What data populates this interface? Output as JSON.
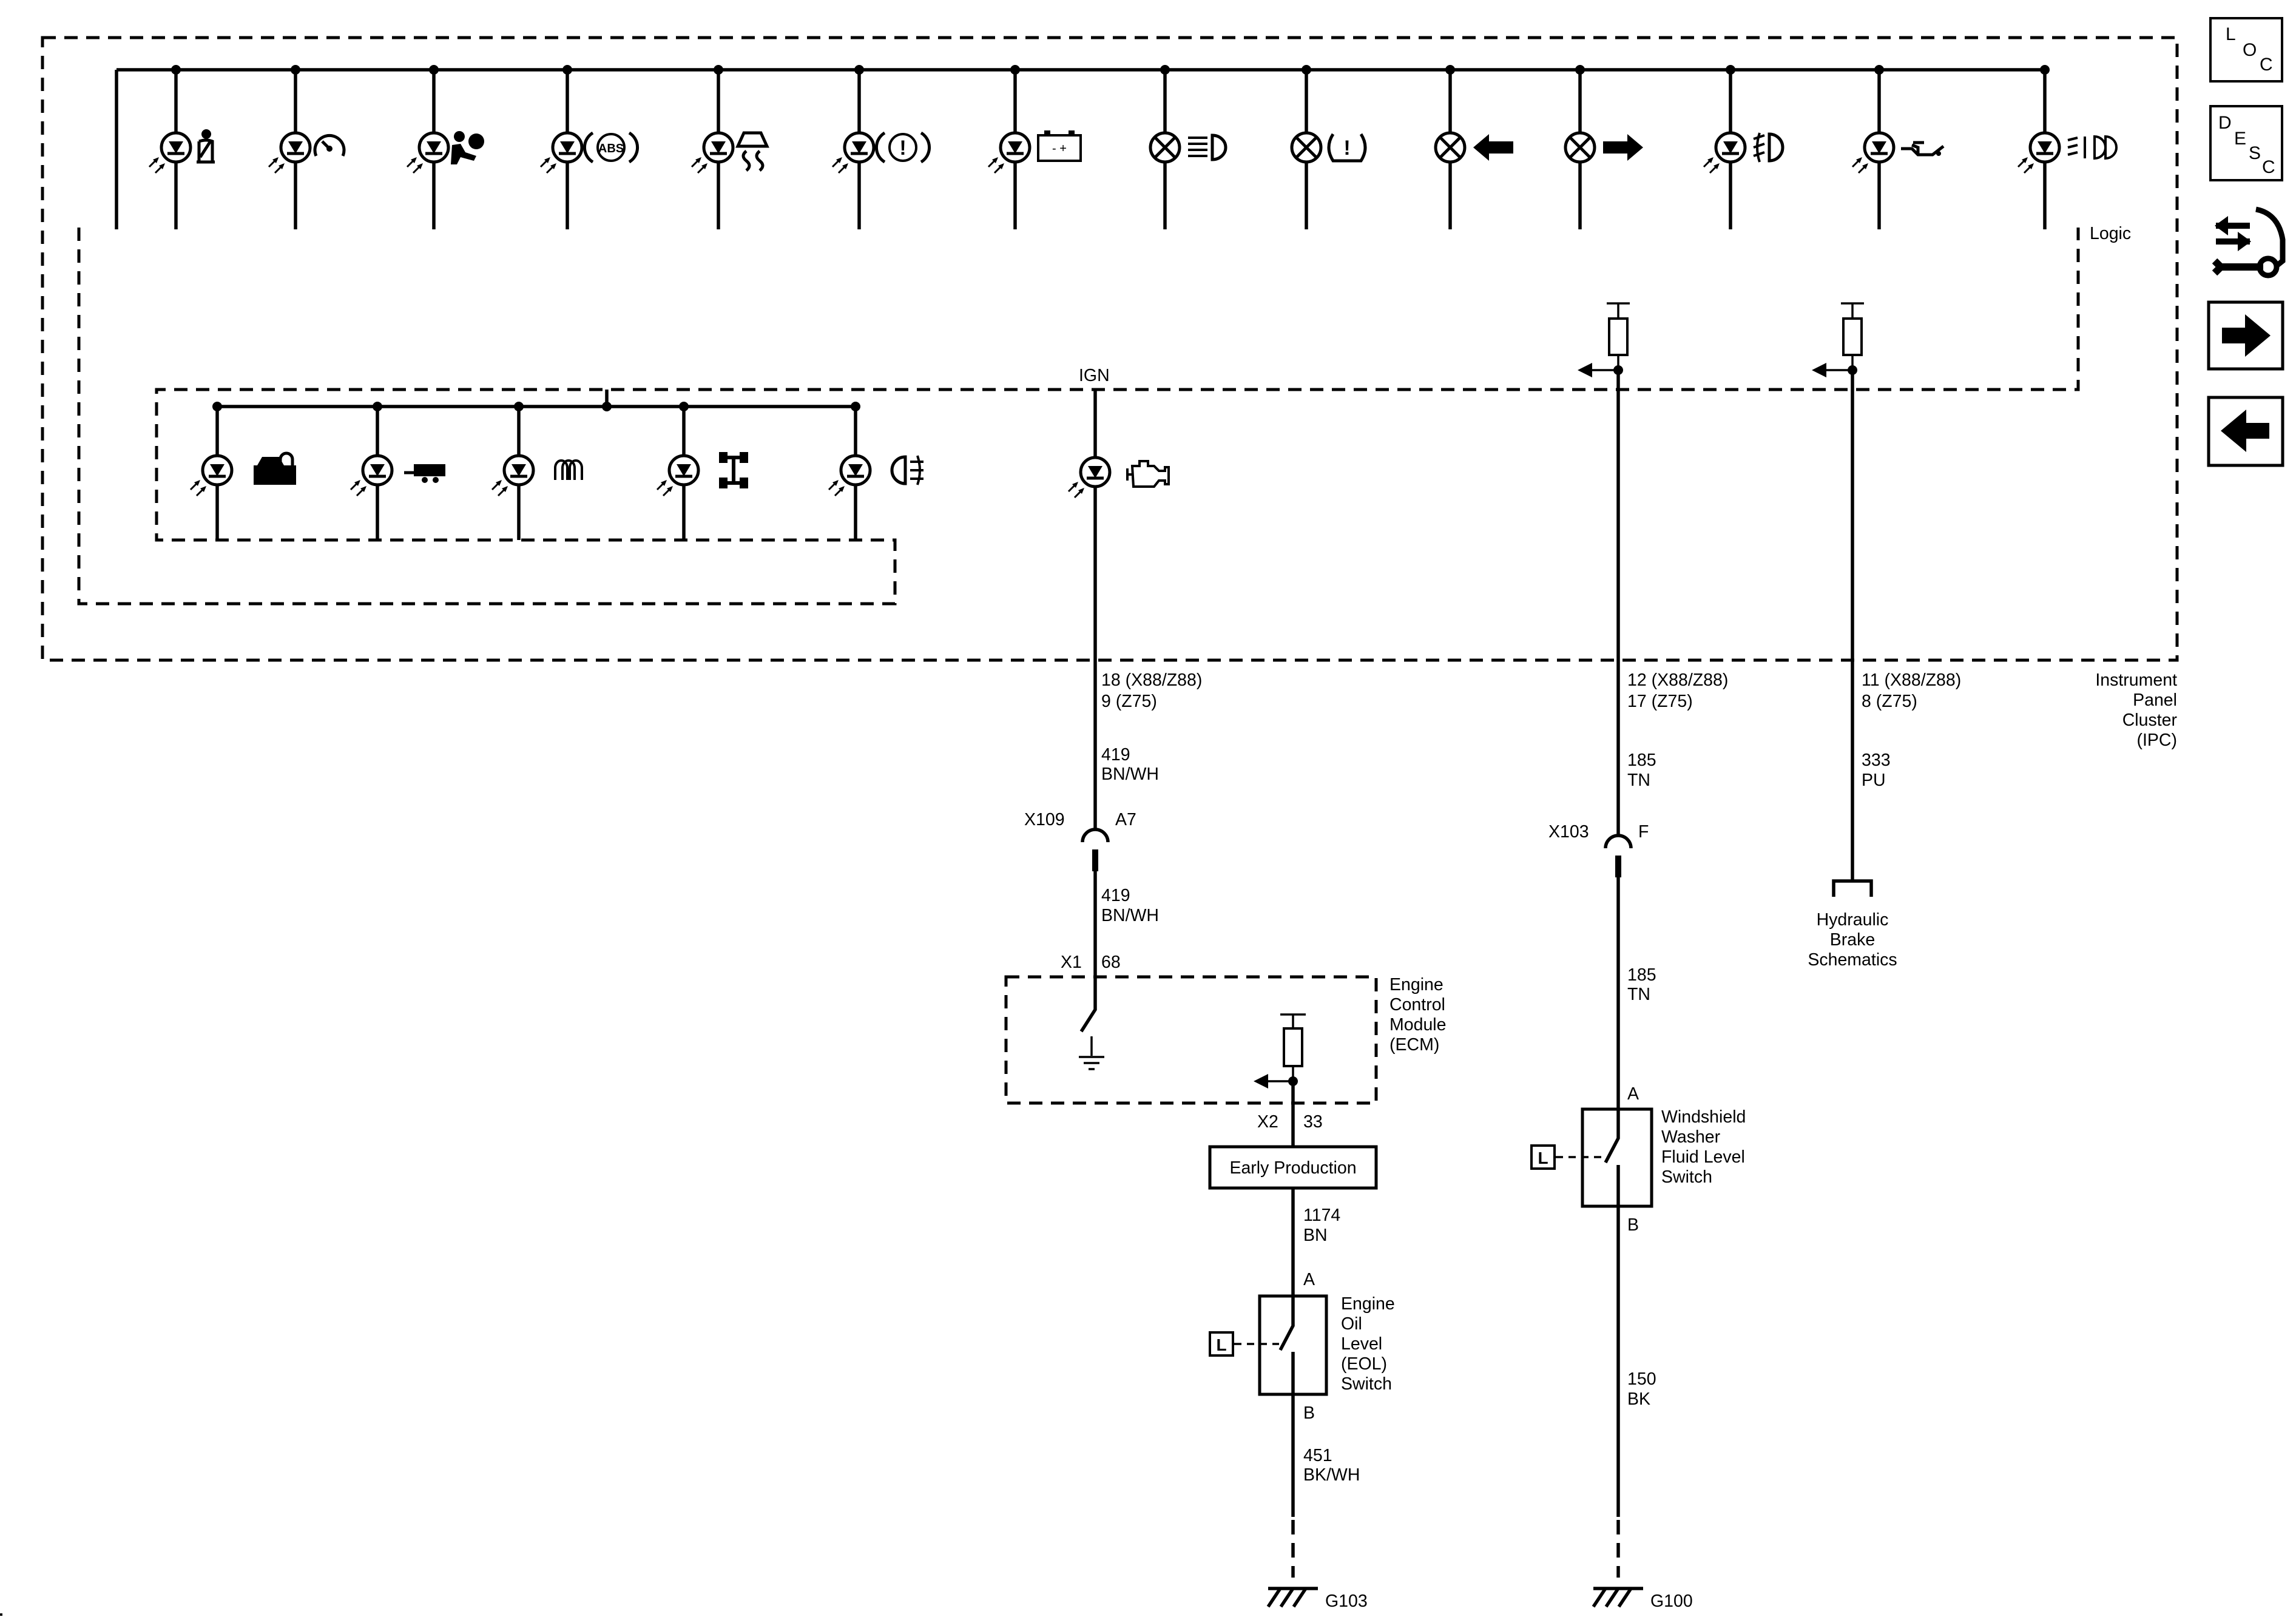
{
  "title": "",
  "nav": {
    "loc": {
      "l1": "L",
      "l2": "O",
      "l3": "C"
    },
    "desc": {
      "l1": "D",
      "l2": "E",
      "l3": "S",
      "l4": "C"
    }
  },
  "ipc": {
    "logic_label": "Logic",
    "ign_label": "IGN",
    "name_line1": "Instrument",
    "name_line2": "Panel",
    "name_line3": "Cluster",
    "name_line4": "(IPC)",
    "top_indicators": [
      {
        "icon": "seat-belt-icon",
        "type": "led"
      },
      {
        "icon": "cruise-control-icon",
        "type": "led"
      },
      {
        "icon": "airbag-icon",
        "type": "led"
      },
      {
        "icon": "abs-icon",
        "type": "led",
        "text": "ABS"
      },
      {
        "icon": "traction-control-icon",
        "type": "led"
      },
      {
        "icon": "brake-warning-icon",
        "type": "led",
        "text": "!"
      },
      {
        "icon": "battery-charge-icon",
        "type": "led",
        "text": "- +"
      },
      {
        "icon": "high-beam-icon",
        "type": "bulb"
      },
      {
        "icon": "tire-pressure-icon",
        "type": "bulb",
        "text": "!"
      },
      {
        "icon": "left-turn-arrow-icon",
        "type": "bulb"
      },
      {
        "icon": "right-turn-arrow-icon",
        "type": "bulb"
      },
      {
        "icon": "front-fog-lamp-icon",
        "type": "led"
      },
      {
        "icon": "oil-pressure-icon",
        "type": "led"
      },
      {
        "icon": "headlamp-on-icon",
        "type": "led"
      }
    ],
    "lower_indicators": [
      {
        "icon": "security-lock-icon",
        "type": "led"
      },
      {
        "icon": "trailer-hitch-icon",
        "type": "led"
      },
      {
        "icon": "glow-plug-icon",
        "type": "led"
      },
      {
        "icon": "4wd-drivetrain-icon",
        "type": "led"
      },
      {
        "icon": "rear-fog-lamp-icon",
        "type": "led"
      }
    ],
    "mil_indicator": {
      "icon": "check-engine-icon",
      "type": "led"
    }
  },
  "circuits": {
    "eol": {
      "ipc_pin1": "18 (X88/Z88)",
      "ipc_pin2": "9 (Z75)",
      "wire1_num": "419",
      "wire1_color": "BN/WH",
      "connector": "X109",
      "connector_pin": "A7",
      "wire2_num": "419",
      "wire2_color": "BN/WH"
    },
    "washer": {
      "ipc_pin1": "12 (X88/Z88)",
      "ipc_pin2": "17 (Z75)",
      "wire1_num": "185",
      "wire1_color": "TN",
      "connector": "X103",
      "connector_pin": "F",
      "wire2_num": "185",
      "wire2_color": "TN",
      "switch_pin_a": "A",
      "switch_pin_b": "B",
      "switch_name1": "Windshield",
      "switch_name2": "Washer",
      "switch_name3": "Fluid Level",
      "switch_name4": "Switch",
      "switch_badge": "L",
      "ground_wire_num": "150",
      "ground_wire_color": "BK",
      "ground": "G100"
    },
    "brake": {
      "ipc_pin1": "11 (X88/Z88)",
      "ipc_pin2": "8 (Z75)",
      "wire_num": "333",
      "wire_color": "PU",
      "ref1": "Hydraulic",
      "ref2": "Brake",
      "ref3": "Schematics"
    }
  },
  "ecm": {
    "x1": "X1",
    "x1_pin": "68",
    "x2": "X2",
    "x2_pin": "33",
    "name1": "Engine",
    "name2": "Control",
    "name3": "Module",
    "name4": "(ECM)"
  },
  "early_production": "Early Production",
  "eol_switch": {
    "wire_num": "1174",
    "wire_color": "BN",
    "pin_a": "A",
    "pin_b": "B",
    "badge": "L",
    "name1": "Engine",
    "name2": "Oil",
    "name3": "Level",
    "name4": "(EOL)",
    "name5": "Switch",
    "ground_wire_num": "451",
    "ground_wire_color": "BK/WH",
    "ground": "G103"
  }
}
